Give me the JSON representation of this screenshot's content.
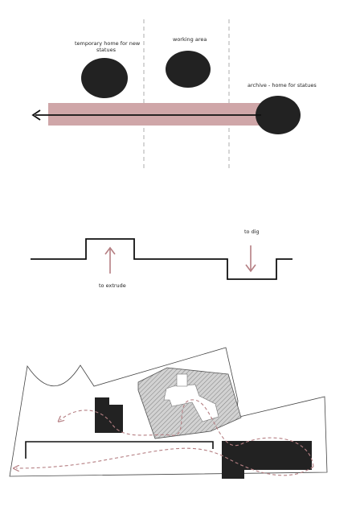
{
  "colors": {
    "ink": "#222222",
    "accent": "#b57f83",
    "accent_band": "#cfa6a8",
    "hatch_fill": "#d2d2d2",
    "guide": "#999999"
  },
  "diagram1": {
    "label_temporary_line1": "temporary home for new",
    "label_temporary_line2": "statues",
    "label_working": "working area",
    "label_archive": "archive - home for statues"
  },
  "diagram2": {
    "label_dig": "to dig",
    "label_extrude": "to extrude"
  },
  "diagram3": {}
}
